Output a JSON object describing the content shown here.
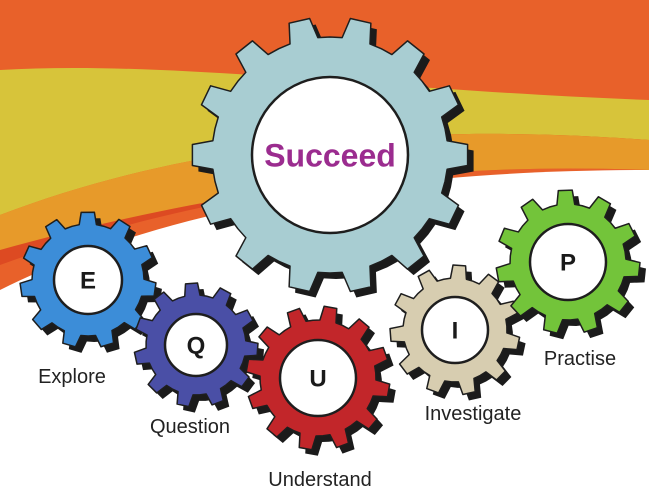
{
  "colors": {
    "sky_orange": "#e8612a",
    "band_yellow": "#d7c43a",
    "band_gold": "#e79a2a",
    "band_red": "#dd4a22",
    "white": "#ffffff",
    "shadow": "#1b1b1b",
    "succeed_text": "#9b2c8f",
    "label_text": "#222222"
  },
  "gears": [
    {
      "id": "succeed",
      "letter": "Succeed",
      "label": "",
      "color": "#a8cdd2"
    },
    {
      "id": "explore",
      "letter": "E",
      "label": "Explore",
      "color": "#3c8dd8"
    },
    {
      "id": "question",
      "letter": "Q",
      "label": "Question",
      "color": "#4a4fa6"
    },
    {
      "id": "understand",
      "letter": "U",
      "label": "Understand",
      "color": "#c2262a"
    },
    {
      "id": "investigate",
      "letter": "I",
      "label": "Investigate",
      "color": "#d7cdb0"
    },
    {
      "id": "practise",
      "letter": "P",
      "label": "Practise",
      "color": "#73c43a"
    }
  ]
}
